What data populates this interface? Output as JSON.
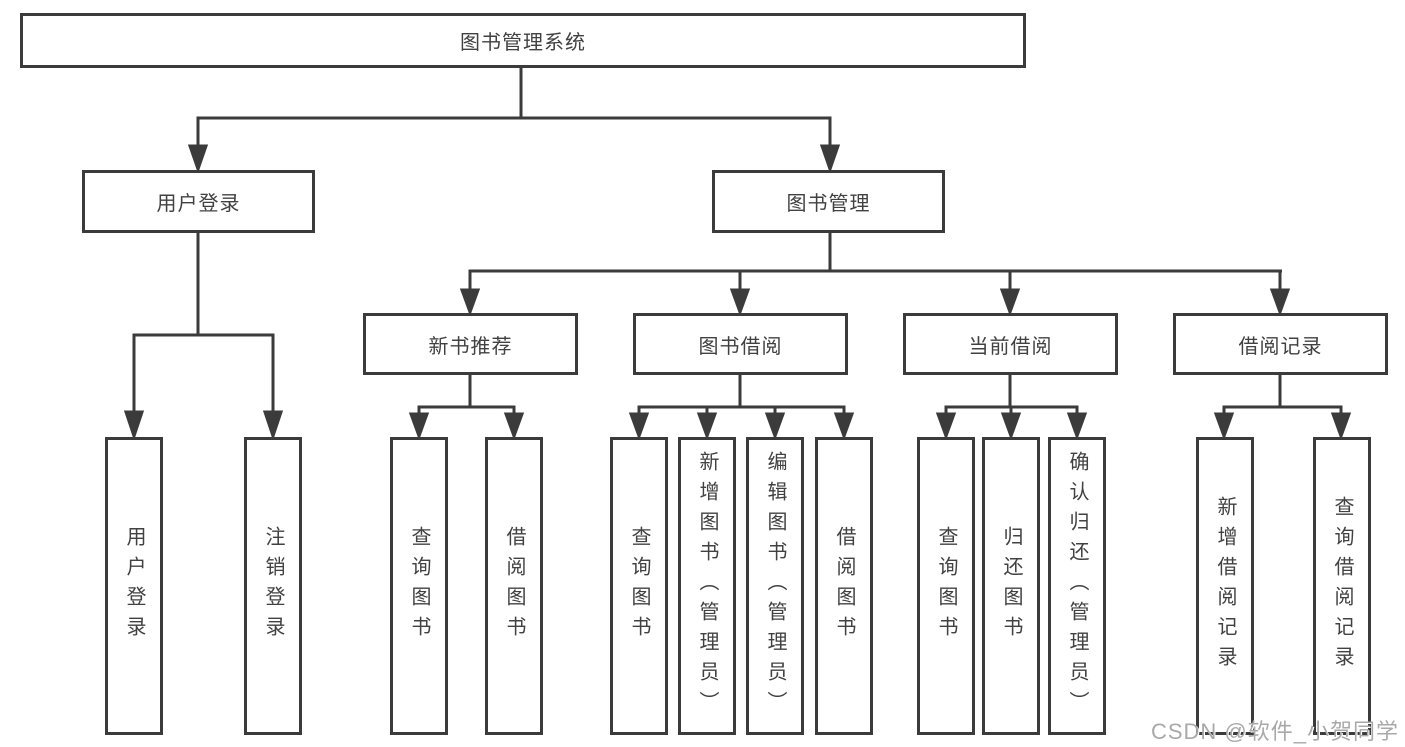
{
  "diagram": {
    "root_label": "图书管理系统",
    "level2": [
      {
        "label": "用户登录"
      },
      {
        "label": "图书管理"
      }
    ],
    "level3": [
      {
        "label": "新书推荐",
        "parent": "图书管理"
      },
      {
        "label": "图书借阅",
        "parent": "图书管理"
      },
      {
        "label": "当前借阅",
        "parent": "图书管理"
      },
      {
        "label": "借阅记录",
        "parent": "图书管理"
      }
    ],
    "leaves": [
      {
        "label": "用户登录",
        "parent": "用户登录"
      },
      {
        "label": "注销登录",
        "parent": "用户登录"
      },
      {
        "label": "查询图书",
        "parent": "新书推荐"
      },
      {
        "label": "借阅图书",
        "parent": "新书推荐"
      },
      {
        "label": "查询图书",
        "parent": "图书借阅"
      },
      {
        "label": "新增图书（管理员）",
        "parent": "图书借阅"
      },
      {
        "label": "编辑图书（管理员）",
        "parent": "图书借阅"
      },
      {
        "label": "借阅图书",
        "parent": "图书借阅"
      },
      {
        "label": "查询图书",
        "parent": "当前借阅"
      },
      {
        "label": "归还图书",
        "parent": "当前借阅"
      },
      {
        "label": "确认归还（管理员）",
        "parent": "当前借阅"
      },
      {
        "label": "新增借阅记录",
        "parent": "借阅记录"
      },
      {
        "label": "查询借阅记录",
        "parent": "借阅记录"
      }
    ]
  },
  "watermark": {
    "text": "CSDN @软件_小贺同学"
  },
  "colors": {
    "line": "#3b3b3b",
    "text": "#414141",
    "watermark_text": "#a9a9a9",
    "background": "#ffffff"
  }
}
